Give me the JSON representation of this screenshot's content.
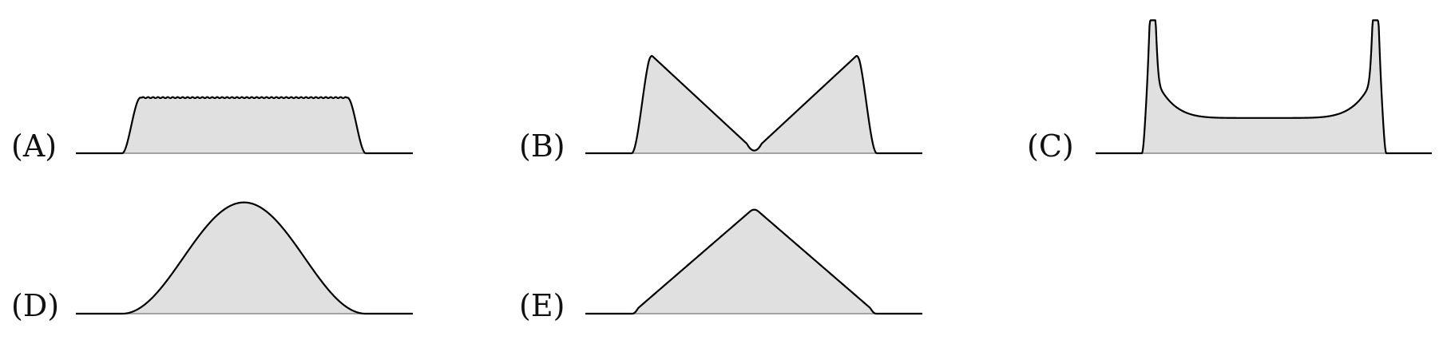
{
  "colors": {
    "fill": "#e0e0e0",
    "line": "#000000",
    "fill_base": "#8a8a8a",
    "background": "#ffffff"
  },
  "panels": [
    {
      "id": "A",
      "label": "(A)",
      "shape": "flat-top",
      "peak": 0.41
    },
    {
      "id": "B",
      "label": "(B)",
      "shape": "twin-peaks-v-valley",
      "peak": 0.74,
      "valley": 0.02
    },
    {
      "id": "C",
      "label": "(C)",
      "shape": "edge-spikes-u-bowl",
      "peak": 0.98,
      "middle": 0.26
    },
    {
      "id": "D",
      "label": "(D)",
      "shape": "bell",
      "peak": 0.82
    },
    {
      "id": "E",
      "label": "(E)",
      "shape": "triangle",
      "peak": 0.78
    }
  ]
}
